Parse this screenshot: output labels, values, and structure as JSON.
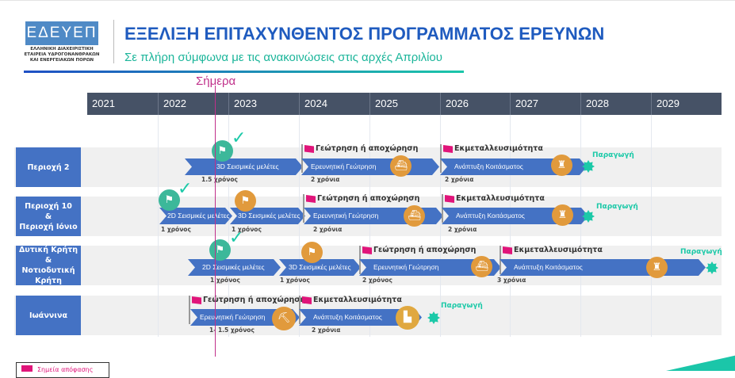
{
  "header": {
    "logo_text": "ΕΔΕΥΕΠ",
    "logo_subtitle": "ΕΛΛΗΝΙΚΗ ΔΙΑΧΕΙΡΙΣΤΙΚΗ ΕΤΑΙΡΕΙΑ ΥΔΡΟΓΟΝΑΝΘΡΑΚΩΝ ΚΑΙ ΕΝΕΡΓΕΙΑΚΩΝ ΠΟΡΩΝ",
    "title": "ΕΞΕΛΙΞΗ ΕΠΙΤΑΧΥΝΘΕΝΤΟΣ ΠΡΟΓΡΑΜΜΑΤΟΣ ΕΡΕΥΝΩΝ",
    "subtitle": "Σε πλήρη σύμφωνα με τις ανακοινώσεις στις αρχές Απριλίου"
  },
  "today_label": "Σήμερα",
  "years": [
    "2021",
    "2022",
    "2023",
    "2024",
    "2025",
    "2026",
    "2027",
    "2028",
    "2029"
  ],
  "colors": {
    "phase": "#4472c4",
    "today": "#c0308a",
    "flag": "#e0157a",
    "production": "#1cc9a8",
    "done_icon": "#3cb89a",
    "pending_icon": "#e19a3c",
    "year_bar": "#465266"
  },
  "rows": [
    {
      "label": "Περιοχή 2",
      "phases": [
        {
          "name": "3D Σεισμικές μελέτες",
          "duration": "1.5 χρόνος",
          "status": "completed"
        },
        {
          "name": "Ερευνητική Γεώτρηση",
          "duration": "2 χρόνια"
        },
        {
          "name": "Ανάπτυξη Κοιτάσματος",
          "duration": "2 χρόνια"
        }
      ],
      "milestones": [
        "Γεώτρηση ή αποχώρηση",
        "Εκμεταλλευσιμότητα"
      ],
      "production": "Παραγωγή"
    },
    {
      "label": "Περιοχή 10\n&\nΠεριοχή Ιόνιο",
      "phases": [
        {
          "name": "2D Σεισμικές μελέτες",
          "duration": "1 χρόνος",
          "status": "completed"
        },
        {
          "name": "3D Σεισμικές μελέτες",
          "duration": "1 χρόνος"
        },
        {
          "name": "Ερευνητική Γεώτρηση",
          "duration": "2 χρόνια"
        },
        {
          "name": "Ανάπτυξη Κοιτάσματος",
          "duration": "2 χρόνια"
        }
      ],
      "milestones": [
        "Γεώτρηση ή αποχώρηση",
        "Εκμεταλλευσιμότητα"
      ],
      "production": "Παραγωγή"
    },
    {
      "label": "Δυτική Κρήτη\n&\nΝοτιοδυτική\nΚρήτη",
      "phases": [
        {
          "name": "2D Σεισμικές μελέτες",
          "duration": "1 χρόνος",
          "status": "completed"
        },
        {
          "name": "3D Σεισμικές μελέτες",
          "duration": "1 χρόνος"
        },
        {
          "name": "Ερευνητική Γεώτρηση",
          "duration": "2 χρόνος"
        },
        {
          "name": "Ανάπτυξη Κοιτάσματος",
          "duration": "3 χρόνια"
        }
      ],
      "milestones": [
        "Γεώτρηση ή αποχώρηση",
        "Εκμεταλλευσιμότητα"
      ],
      "production": "Παραγωγή"
    },
    {
      "label": "Ιωάννινα",
      "phases": [
        {
          "name": "Ερευνητική Γεώτρηση",
          "duration": "1- 1.5 χρόνος"
        },
        {
          "name": "Ανάπτυξη Κοιτάσματος",
          "duration": "2 χρόνια"
        }
      ],
      "milestones": [
        "Γεώτρηση ή αποχώρηση",
        "Εκμεταλλευσιμότητα"
      ],
      "production": "Παραγωγή"
    }
  ],
  "legend": {
    "decision_points": "Σημεία απόφασης"
  }
}
